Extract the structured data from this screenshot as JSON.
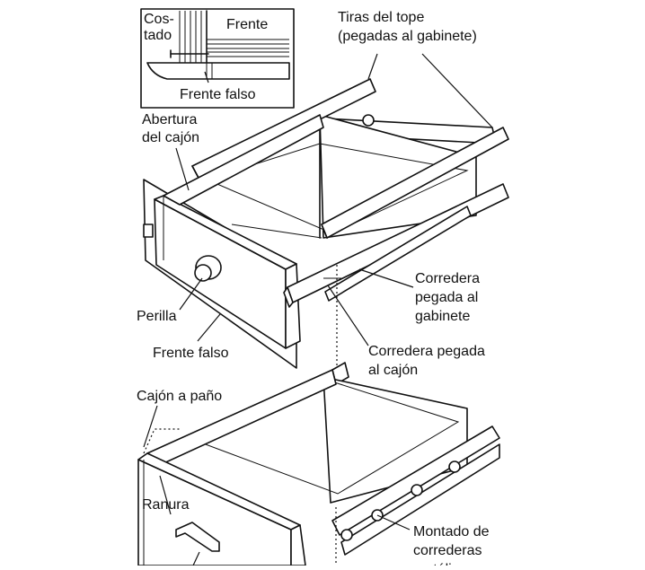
{
  "inset": {
    "costado": "Cos-\ntado",
    "frente": "Frente",
    "frente_falso": "Frente falso"
  },
  "labels": {
    "tiras_del_tope": "Tiras del tope\n(pegadas al gabinete)",
    "abertura_del_cajon": "Abertura\ndel cajón",
    "corredera_gabinete": "Corredera\npegada al\ngabinete",
    "perilla": "Perilla",
    "frente_falso": "Frente falso",
    "corredera_cajon": "Corredera pegada\nal cajón",
    "cajon_a_pano": "Cajón a paño",
    "ranura": "Ranura",
    "montado_correderas": "Montado de\ncorrederas\nmetálicas"
  }
}
